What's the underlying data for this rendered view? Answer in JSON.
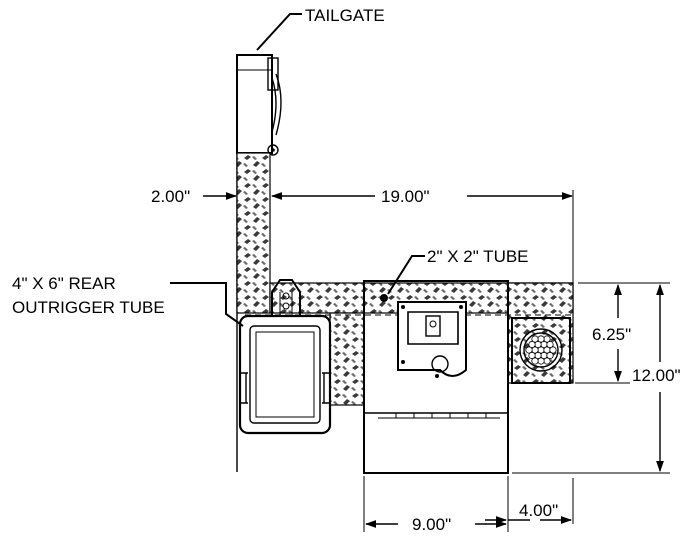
{
  "labels": {
    "tailgate": "TAILGATE",
    "dim_left_offset": "2.00\"",
    "dim_width": "19.00\"",
    "tube_small": "2\" X 2\" TUBE",
    "outrigger_line1": "4\" X 6\" REAR",
    "outrigger_line2": "OUTRIGGER TUBE",
    "dim_upper_height": "6.25\"",
    "dim_total_height": "12.00\"",
    "dim_box_width": "9.00\"",
    "dim_light_width": "4.00\""
  }
}
